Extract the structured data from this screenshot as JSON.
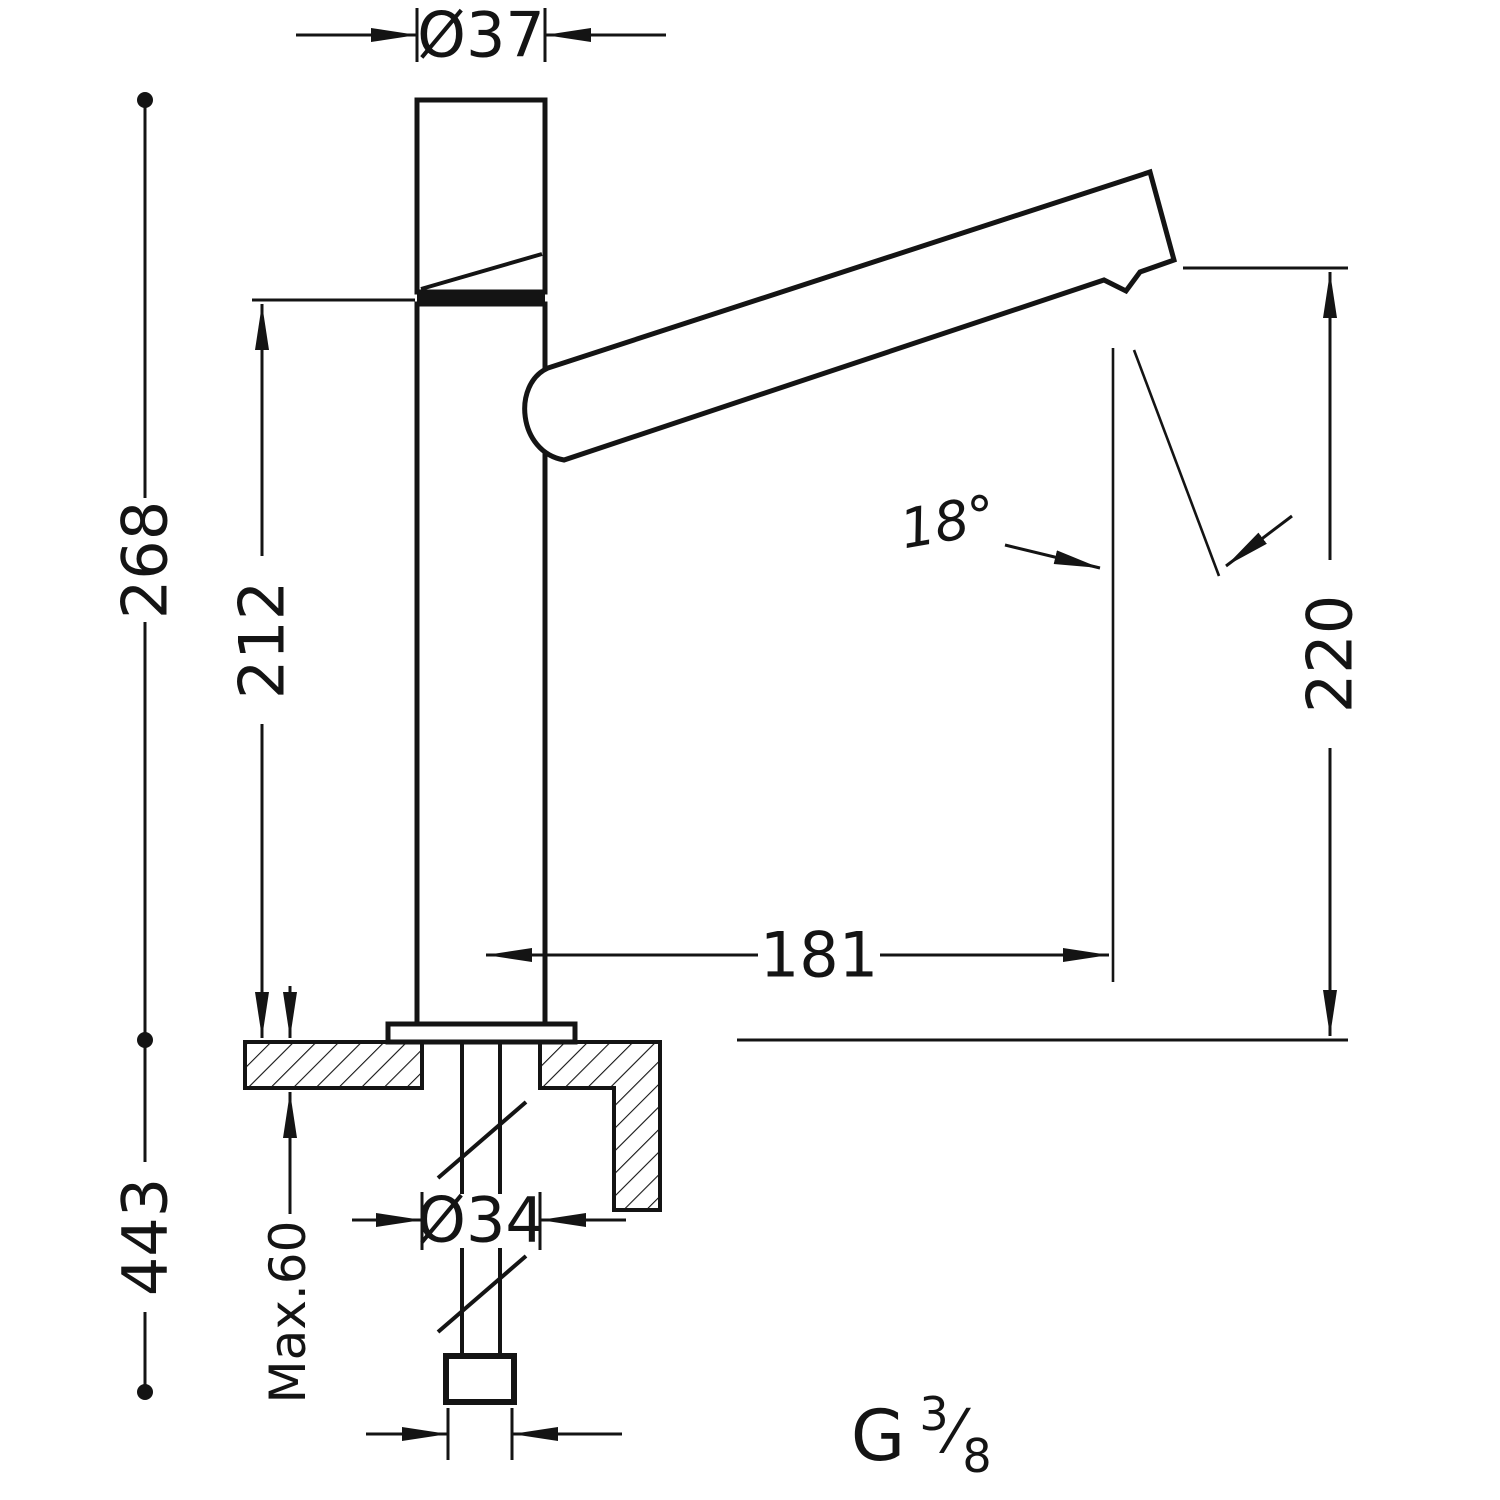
{
  "drawing": {
    "line_color": "#141414",
    "background_color": "#ffffff"
  },
  "dimensions": {
    "spout_top_diameter": "Ø37",
    "height_above_deck": "268",
    "height_to_spout_base": "212",
    "total_height": "443",
    "outlet_height": "220",
    "spout_reach": "181",
    "spout_angle": "18°",
    "mounting_hole_diameter": "Ø34",
    "max_deck_thickness": "Max.60",
    "connection": {
      "prefix": "G",
      "numerator": "3",
      "slash": "⁄",
      "denominator": "8"
    }
  }
}
